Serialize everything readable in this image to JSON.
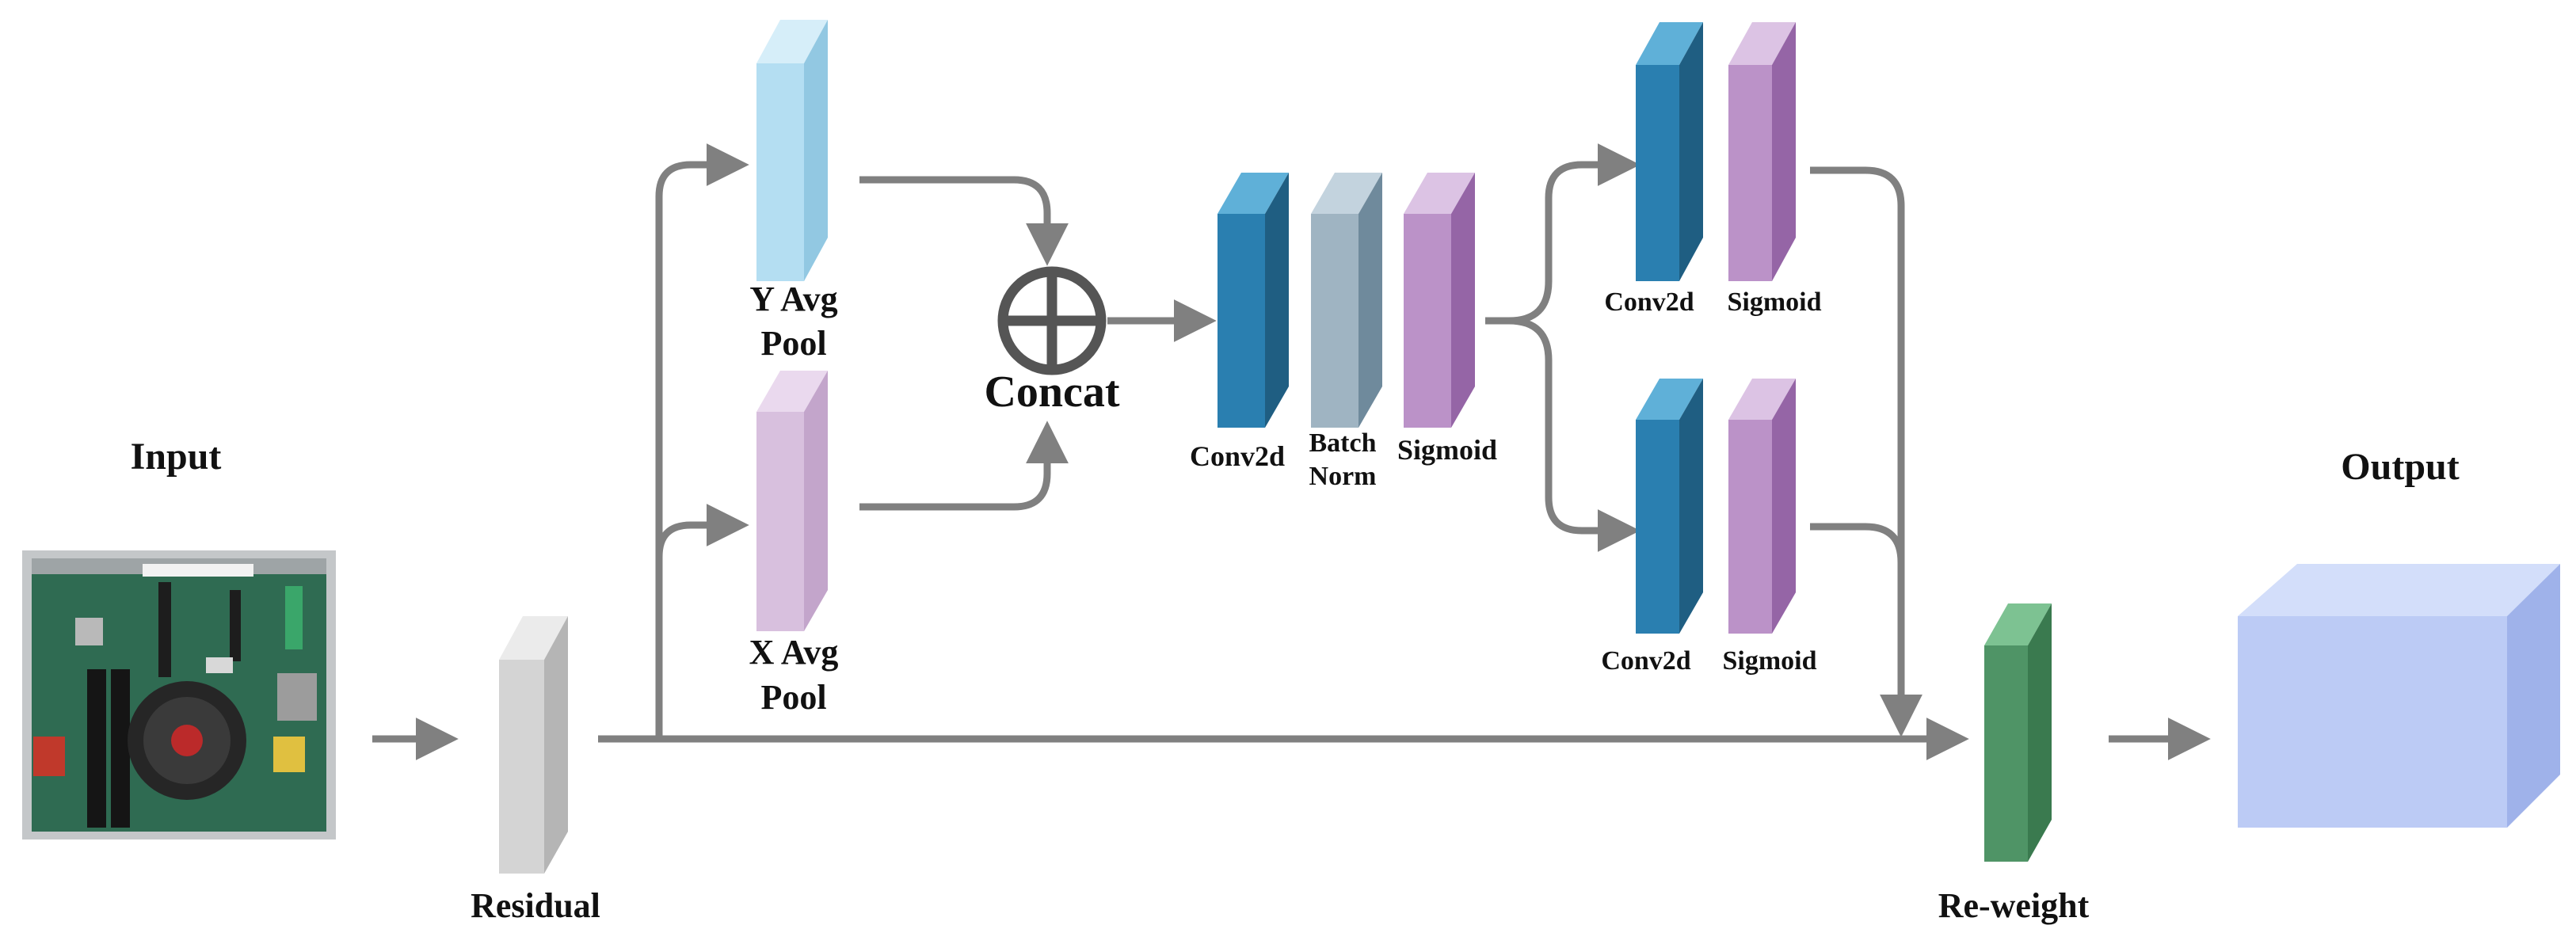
{
  "labels": {
    "input": "Input",
    "output": "Output",
    "residual": "Residual",
    "reweight": "Re-weight",
    "y_pool_1": "Y Avg",
    "y_pool_2": "Pool",
    "x_pool_1": "X Avg",
    "x_pool_2": "Pool",
    "concat": "Concat",
    "mid_conv": "Conv2d",
    "mid_bn_1": "Batch",
    "mid_bn_2": "Norm",
    "mid_sigmoid": "Sigmoid",
    "top_conv": "Conv2d",
    "top_sigmoid": "Sigmoid",
    "bottom_conv": "Conv2d",
    "bottom_sigmoid": "Sigmoid"
  },
  "colors": {
    "arrow": "#808080",
    "y_pool": "#aedbf0",
    "x_pool": "#d7bfdc",
    "residual": "#d0d0d0",
    "conv": "#2a7fb0",
    "batch_norm": "#8aa3b4",
    "sigmoid": "#a978b8",
    "reweight": "#4f9466",
    "output": "#b9c9f4",
    "concat_symbol": "#555555"
  },
  "icons": {
    "input_image": "motherboard-photo-icon",
    "concat": "circle-plus-icon"
  }
}
